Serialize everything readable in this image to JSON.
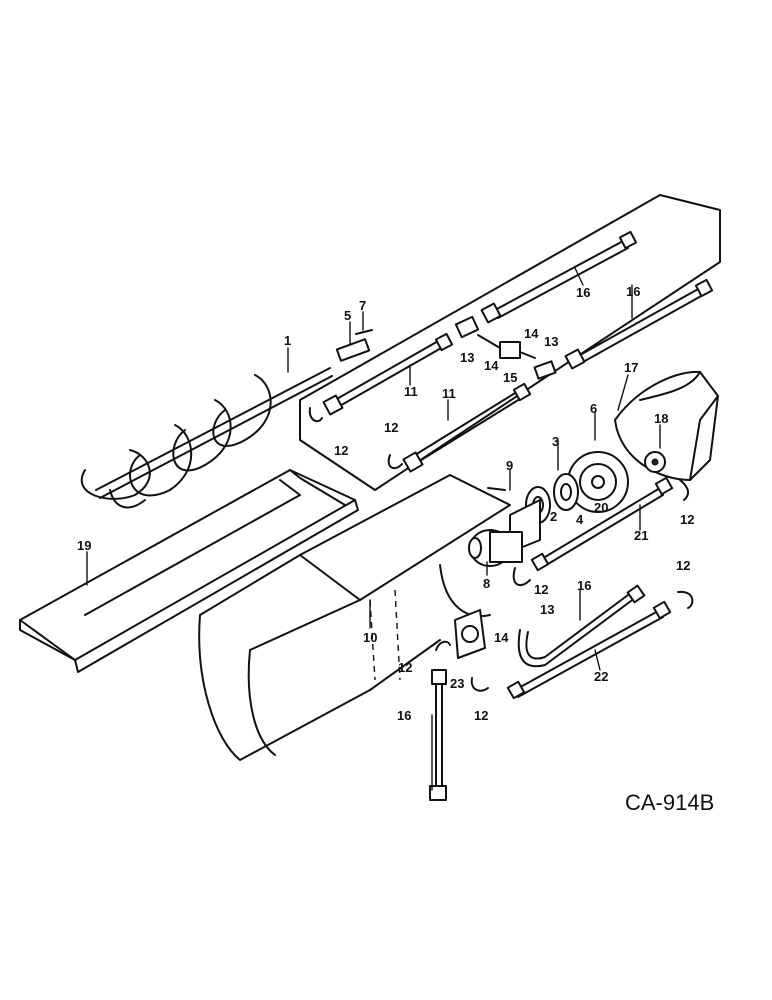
{
  "figure_code": "CA-914B",
  "callouts": [
    "1",
    "2",
    "3",
    "4",
    "5",
    "6",
    "7",
    "8",
    "9",
    "10",
    "11",
    "11",
    "12",
    "12",
    "12",
    "12",
    "12",
    "12",
    "12",
    "13",
    "13",
    "13",
    "14",
    "14",
    "14",
    "15",
    "16",
    "16",
    "16",
    "16",
    "17",
    "18",
    "19",
    "20",
    "21",
    "22",
    "23"
  ]
}
